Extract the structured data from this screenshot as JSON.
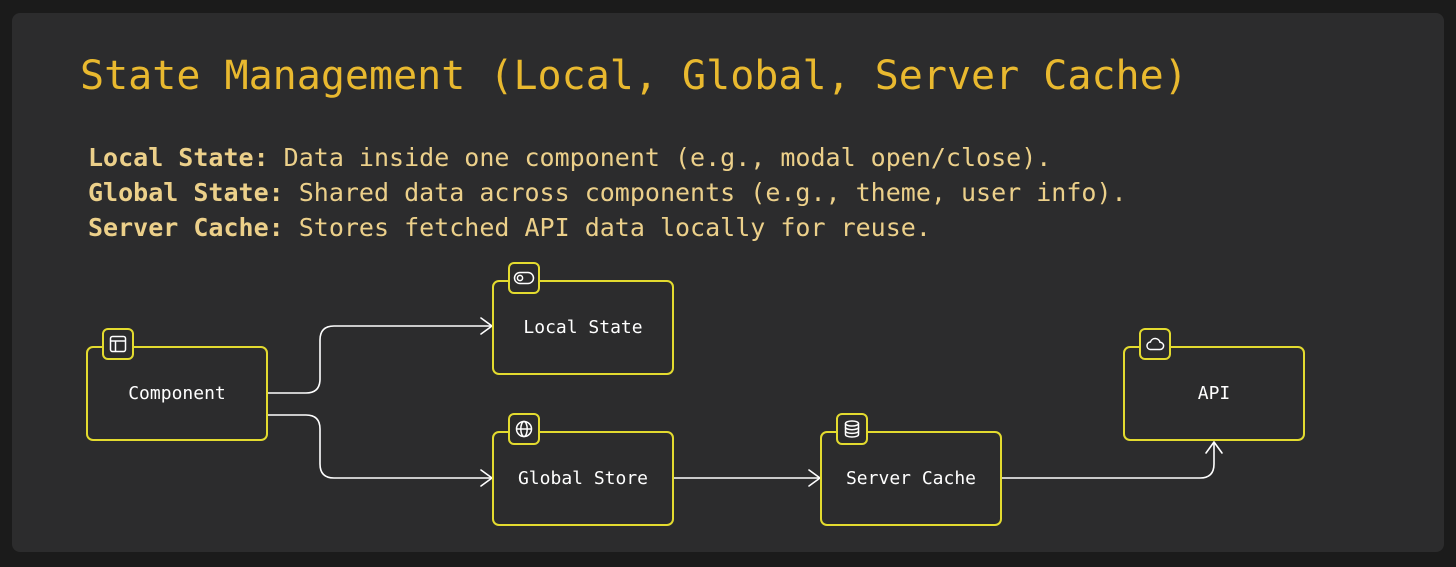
{
  "title": "State Management (Local, Global, Server Cache)",
  "descriptions": [
    {
      "term": "Local State:",
      "text": " Data inside one component (e.g., modal open/close)."
    },
    {
      "term": "Global State:",
      "text": " Shared data across components (e.g., theme, user info)."
    },
    {
      "term": "Server Cache:",
      "text": " Stores fetched API data locally for reuse."
    }
  ],
  "nodes": {
    "component": {
      "label": "Component",
      "icon": "layout-icon"
    },
    "local_state": {
      "label": "Local State",
      "icon": "toggle-icon"
    },
    "global_store": {
      "label": "Global Store",
      "icon": "globe-icon"
    },
    "server_cache": {
      "label": "Server Cache",
      "icon": "database-icon"
    },
    "api": {
      "label": "API",
      "icon": "cloud-icon"
    }
  },
  "edges": [
    {
      "from": "Component",
      "to": "Local State"
    },
    {
      "from": "Component",
      "to": "Global Store"
    },
    {
      "from": "Global Store",
      "to": "Server Cache"
    },
    {
      "from": "Server Cache",
      "to": "API"
    }
  ],
  "colors": {
    "background": "#2c2c2d",
    "title": "#e9b92f",
    "description": "#ecd08a",
    "node_border": "#e3db2f",
    "node_text": "#ffffff",
    "edge": "#ffffff"
  }
}
